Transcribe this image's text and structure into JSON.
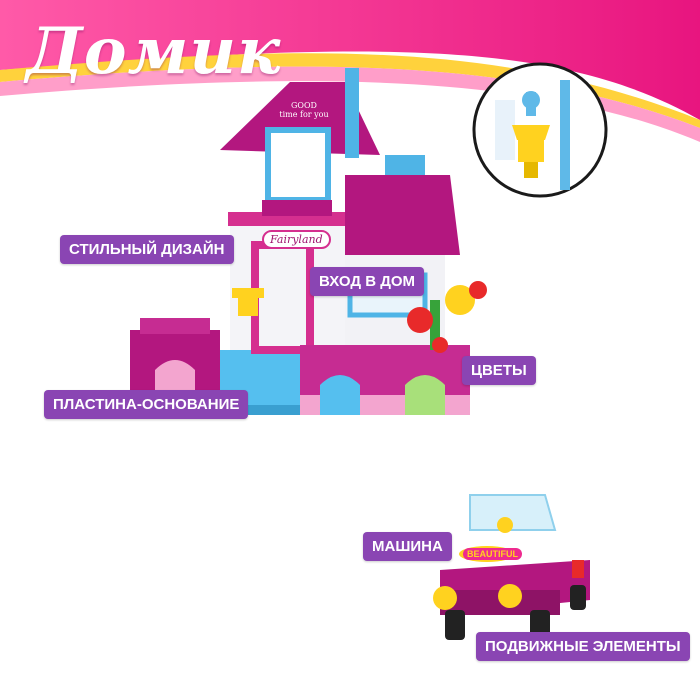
{
  "title": "Домик",
  "colors": {
    "label_bg": "#8a45b3",
    "pink": "#ee2a8f",
    "magenta": "#b3177f",
    "light_pink": "#f7b6d3",
    "blue_base": "#59c2ef",
    "yellow": "#ffd21f"
  },
  "labels": {
    "stylish_design": "СТИЛЬНЫЙ ДИЗАЙН",
    "entrance": "ВХОД В ДОМ",
    "flowers": "ЦВЕТЫ",
    "base_plate": "ПЛАСТИНА-ОСНОВАНИЕ",
    "car": "МАШИНА",
    "moving_parts": "ПОДВИЖНЫЕ ЭЛЕМЕНТЫ"
  },
  "signs": {
    "roof_line1": "GOOD",
    "roof_line2": "time for you",
    "house_sign": "Fairyland",
    "car_sign": "BEAUTIFUL"
  }
}
